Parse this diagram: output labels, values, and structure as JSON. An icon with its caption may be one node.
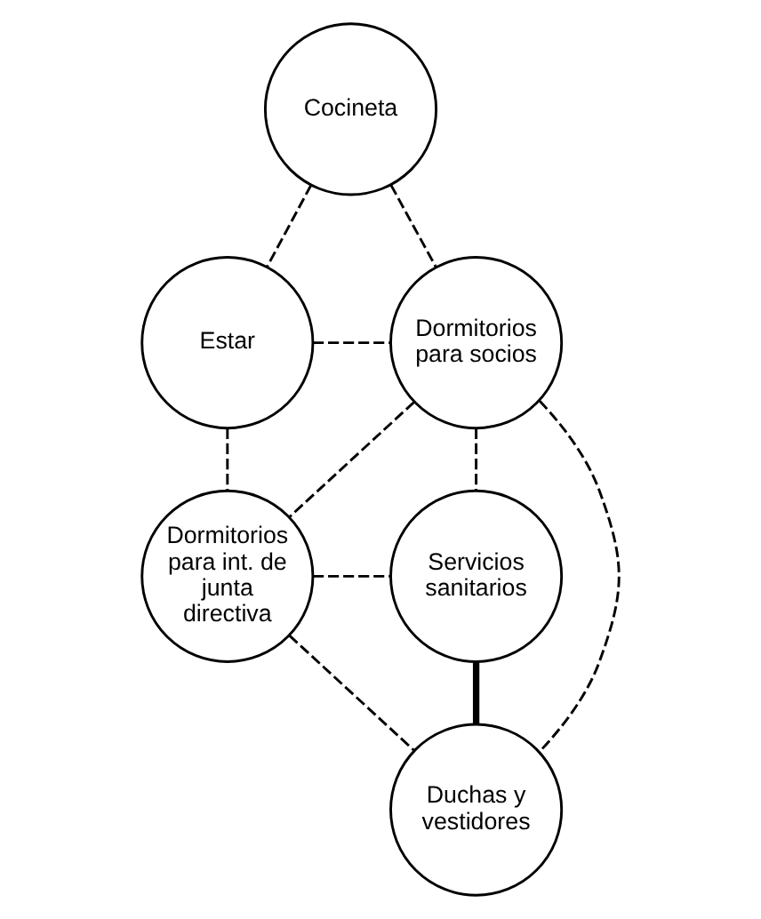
{
  "diagram": {
    "nodes": [
      {
        "text": [
          "Cocineta"
        ]
      },
      {
        "text": [
          "Estar"
        ]
      },
      {
        "text": [
          "Dormitorios para socios"
        ]
      },
      {
        "text": [
          "Dormitorios para int. de junta directiva"
        ]
      },
      {
        "text": [
          "Servicios sanitarios"
        ]
      },
      {
        "text": [
          "Duchas y vestidores"
        ]
      }
    ],
    "edges": [
      {
        "from": 0,
        "to": 1,
        "arrow": "none",
        "style": "dashed"
      },
      {
        "from": 0,
        "to": 2,
        "arrow": "none",
        "style": "dashed"
      },
      {
        "from": 1,
        "to": 2,
        "arrow": "none",
        "style": "dashed"
      },
      {
        "from": 1,
        "to": 3,
        "arrow": "none",
        "style": "dashed"
      },
      {
        "from": 2,
        "to": 3,
        "arrow": "none",
        "style": "dashed"
      },
      {
        "from": 2,
        "to": 4,
        "arrow": "none",
        "style": "dashed"
      },
      {
        "from": 2,
        "to": 5,
        "arrow": "none",
        "style": "dashed"
      },
      {
        "from": 3,
        "to": 4,
        "arrow": "none",
        "style": "dashed"
      },
      {
        "from": 3,
        "to": 5,
        "arrow": "none",
        "style": "dashed"
      },
      {
        "from": 4,
        "to": 5,
        "arrow": "none",
        "style": "thick"
      }
    ]
  }
}
